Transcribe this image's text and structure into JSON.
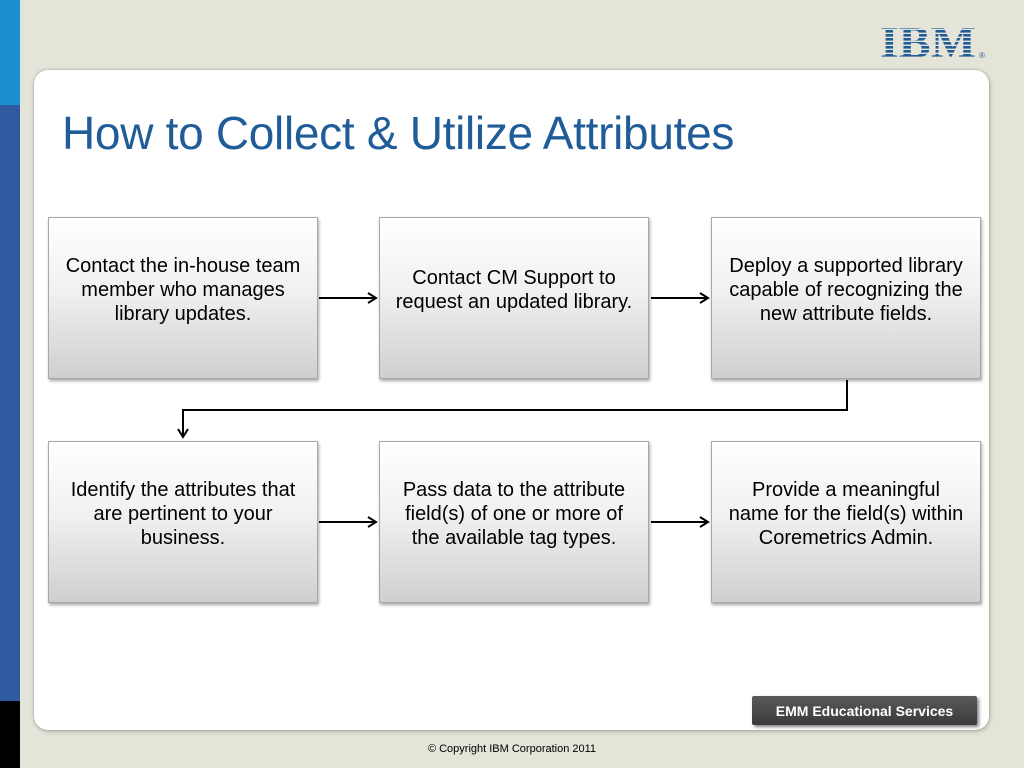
{
  "slide": {
    "title": "How to Collect & Utilize Attributes",
    "logo_text": "IBM",
    "badge": "EMM Educational Services",
    "copyright": "© Copyright IBM Corporation 2011"
  },
  "colors": {
    "title": "#1f5c98",
    "background": "#e4e4d8",
    "sidebar_light": "#1d8fce",
    "sidebar_dark": "#2f5aa0",
    "logo": "#1f5c98"
  },
  "steps": [
    {
      "text": "Contact the in-house team member who manages library updates."
    },
    {
      "text": "Contact CM Support to request an updated library."
    },
    {
      "text": "Deploy a supported library capable of recognizing the new attribute fields."
    },
    {
      "text": "Identify the attributes that are pertinent to your business."
    },
    {
      "text": "Pass data to the attribute field(s) of one or more of the available tag types."
    },
    {
      "text": "Provide a meaningful name for the field(s) within Coremetrics Admin."
    }
  ],
  "icons": {
    "logo": "ibm-logo",
    "arrow": "arrow-right-icon"
  }
}
